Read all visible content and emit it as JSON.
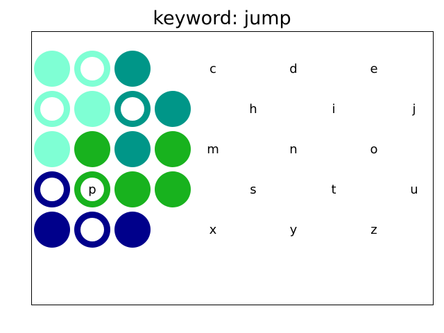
{
  "title": "keyword: jump",
  "colors": {
    "light_teal": "#7fffd4",
    "teal": "#009688",
    "green": "#18b21e",
    "navy": "#00008b",
    "hole": "#ffffff"
  },
  "pieces": [
    {
      "row": 0,
      "col": 0,
      "style": "filled",
      "color": "light_teal"
    },
    {
      "row": 0,
      "col": 1,
      "style": "ring",
      "color": "light_teal"
    },
    {
      "row": 0,
      "col": 2,
      "style": "filled",
      "color": "teal"
    },
    {
      "row": 1,
      "col": 0,
      "style": "ring",
      "color": "light_teal"
    },
    {
      "row": 1,
      "col": 1,
      "style": "filled",
      "color": "light_teal"
    },
    {
      "row": 1,
      "col": 2,
      "style": "ring",
      "color": "teal"
    },
    {
      "row": 1,
      "col": 3,
      "style": "filled",
      "color": "teal"
    },
    {
      "row": 2,
      "col": 0,
      "style": "filled",
      "color": "light_teal"
    },
    {
      "row": 2,
      "col": 1,
      "style": "filled",
      "color": "green"
    },
    {
      "row": 2,
      "col": 2,
      "style": "filled",
      "color": "teal"
    },
    {
      "row": 2,
      "col": 3,
      "style": "filled",
      "color": "green"
    },
    {
      "row": 3,
      "col": 0,
      "style": "ring",
      "color": "navy"
    },
    {
      "row": 3,
      "col": 1,
      "style": "ring",
      "color": "green",
      "letter": "p"
    },
    {
      "row": 3,
      "col": 2,
      "style": "filled",
      "color": "green"
    },
    {
      "row": 3,
      "col": 3,
      "style": "filled",
      "color": "green"
    },
    {
      "row": 4,
      "col": 0,
      "style": "filled",
      "color": "navy"
    },
    {
      "row": 4,
      "col": 1,
      "style": "ring",
      "color": "navy"
    },
    {
      "row": 4,
      "col": 2,
      "style": "filled",
      "color": "navy"
    }
  ],
  "letters": [
    {
      "row": 0,
      "col": 4,
      "char": "c"
    },
    {
      "row": 0,
      "col": 6,
      "char": "d"
    },
    {
      "row": 0,
      "col": 8,
      "char": "e"
    },
    {
      "row": 1,
      "col": 5,
      "char": "h"
    },
    {
      "row": 1,
      "col": 7,
      "char": "i"
    },
    {
      "row": 1,
      "col": 9,
      "char": "j"
    },
    {
      "row": 2,
      "col": 4,
      "char": "m"
    },
    {
      "row": 2,
      "col": 6,
      "char": "n"
    },
    {
      "row": 2,
      "col": 8,
      "char": "o"
    },
    {
      "row": 3,
      "col": 5,
      "char": "s"
    },
    {
      "row": 3,
      "col": 7,
      "char": "t"
    },
    {
      "row": 3,
      "col": 9,
      "char": "u"
    },
    {
      "row": 4,
      "col": 4,
      "char": "x"
    },
    {
      "row": 4,
      "col": 6,
      "char": "y"
    },
    {
      "row": 4,
      "col": 8,
      "char": "z"
    }
  ]
}
